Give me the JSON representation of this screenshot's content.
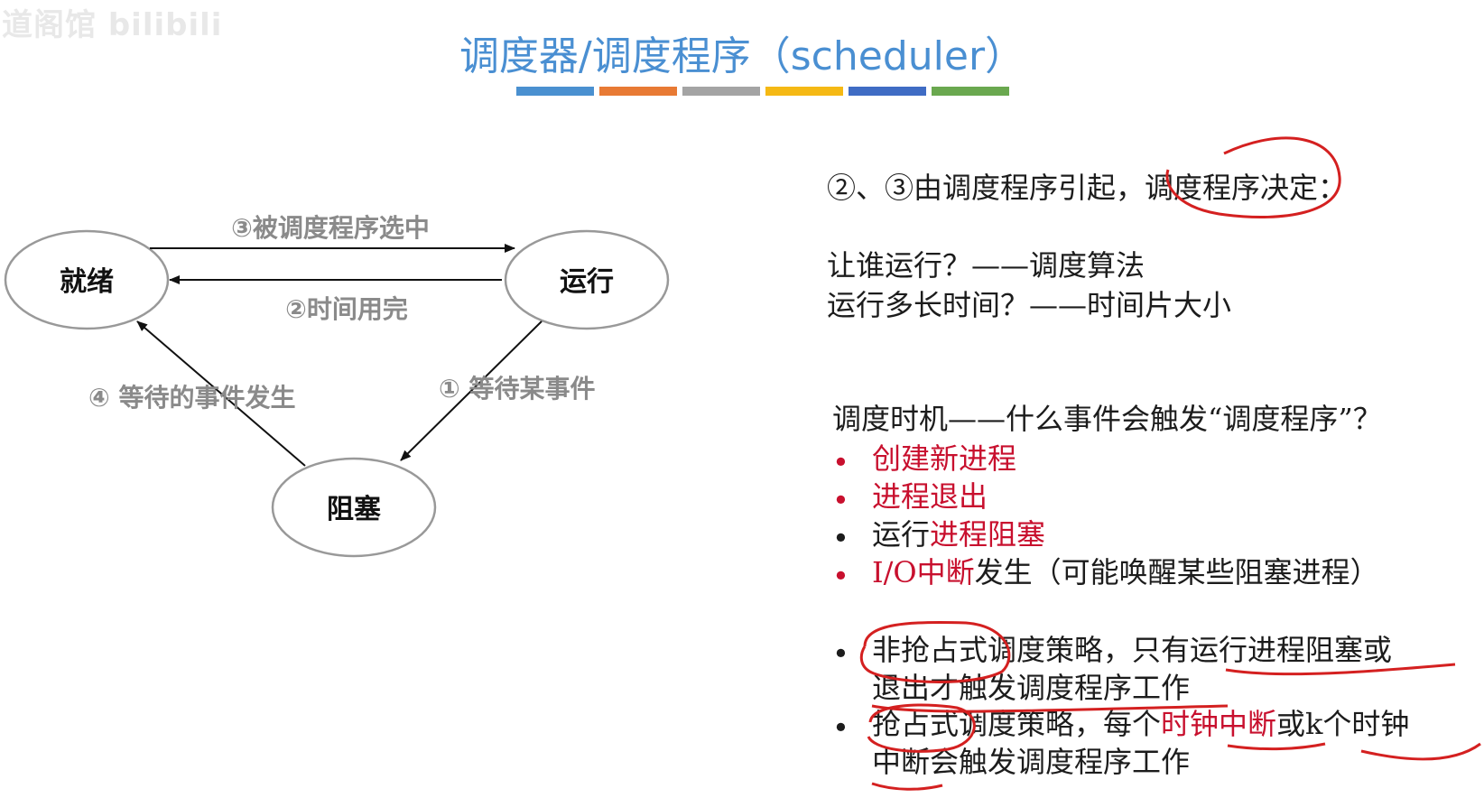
{
  "watermark": {
    "text": "道阁馆 bilibili"
  },
  "title": "调度器/调度程序（scheduler）",
  "title_bar_colors": [
    "#4a90d0",
    "#e87a34",
    "#a4a4a4",
    "#f5b914",
    "#3f6cc4",
    "#6aa84f"
  ],
  "diagram": {
    "nodes": {
      "ready": "就绪",
      "running": "运行",
      "blocked": "阻塞"
    },
    "edges": {
      "ready_to_running": "③被调度程序选中",
      "running_to_ready": "②时间用完",
      "running_to_blocked": "① 等待某事件",
      "blocked_to_ready": "④ 等待的事件发生"
    }
  },
  "notes": {
    "cause_line": "②、③由调度程序引起，调度程序决定：",
    "q1": "让谁运行？——调度算法",
    "q2": "运行多长时间？——时间片大小",
    "timing_heading": "调度时机——什么事件会触发“调度程序”？",
    "events": [
      {
        "bullet_color": "#c8102e",
        "parts": [
          {
            "text": "创建新进程",
            "red": true
          }
        ]
      },
      {
        "bullet_color": "#c8102e",
        "parts": [
          {
            "text": "进程退出",
            "red": true
          }
        ]
      },
      {
        "bullet_color": "#1c1c1c",
        "parts": [
          {
            "text": "运行",
            "red": false
          },
          {
            "text": "进程阻塞",
            "red": true
          }
        ]
      },
      {
        "bullet_color": "#c8102e",
        "parts": [
          {
            "text": "I/O中断",
            "red": true
          },
          {
            "text": "发生（可能唤醒某些阻塞进程）",
            "red": false
          }
        ]
      }
    ],
    "policy1_line1": "非抢占式调度策略，只有运行进程阻塞或",
    "policy1_line2": "退出才触发调度程序工作",
    "policy2_line1_a": "抢占式调度策略，每个",
    "policy2_line1_b": "时钟中断",
    "policy2_line1_c": "或k个时钟",
    "policy2_line2": "中断会触发调度程序工作"
  },
  "colors": {
    "title": "#4a8fd2",
    "accent_red": "#c8102e",
    "ink": "#1c1c1c",
    "annotation_red": "#d42020"
  }
}
